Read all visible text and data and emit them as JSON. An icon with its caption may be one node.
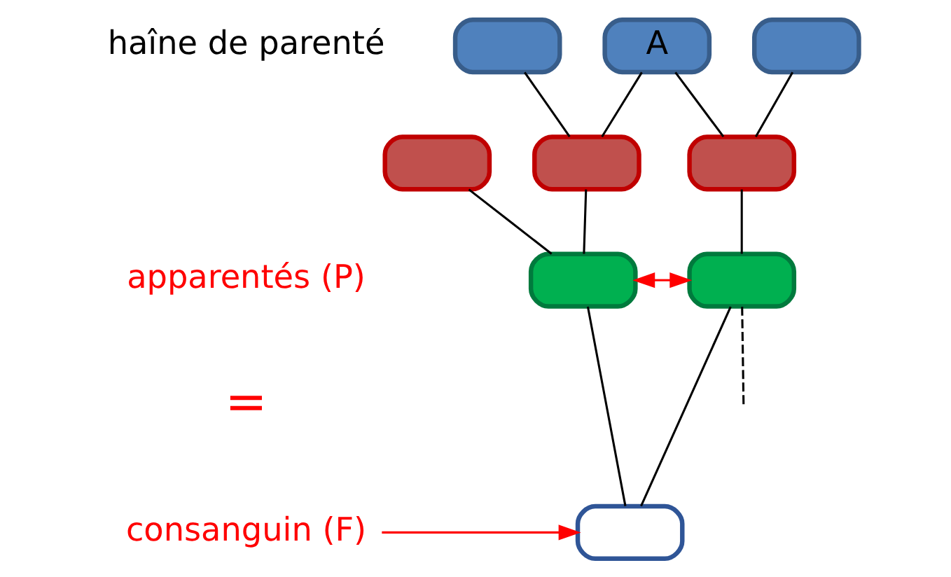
{
  "diagram": {
    "nodes": [
      {
        "text": [],
        "shape": "box"
      },
      {
        "text": [
          "A"
        ]
      },
      {
        "text": [],
        "shape": "box"
      },
      {
        "text": [],
        "shape": "box"
      },
      {
        "text": [],
        "shape": "box"
      },
      {
        "text": [],
        "shape": "box"
      },
      {
        "text": [],
        "shape": "box"
      },
      {
        "text": [],
        "shape": "box"
      },
      {
        "text": [],
        "shape": "box"
      },
      {
        "text": [
          "consanguin (F)"
        ]
      }
    ],
    "edges": [
      {
        "from": 0,
        "to": 4,
        "arrow": "none"
      },
      {
        "from": 1,
        "to": 4,
        "arrow": "none"
      },
      {
        "from": 1,
        "to": 5,
        "arrow": "none"
      },
      {
        "from": 2,
        "to": 5,
        "arrow": "none"
      },
      {
        "from": 3,
        "to": 6,
        "arrow": "none"
      },
      {
        "from": 4,
        "to": 6,
        "arrow": "none"
      },
      {
        "from": 5,
        "to": 7,
        "arrow": "none"
      },
      {
        "from": 6,
        "to": 7,
        "arrow": "both",
        "color": "#ff0000"
      },
      {
        "from": 6,
        "to": 8,
        "arrow": "none"
      },
      {
        "from": 7,
        "to": 8,
        "arrow": "none"
      },
      {
        "from": 9,
        "to": 8,
        "arrow": "to",
        "color": "#ff0000"
      },
      {
        "from": 7,
        "to": null,
        "arrow": "none",
        "style": "dashed"
      }
    ],
    "labels": [
      "haîne de parenté",
      "apparentés (P)",
      "="
    ]
  }
}
